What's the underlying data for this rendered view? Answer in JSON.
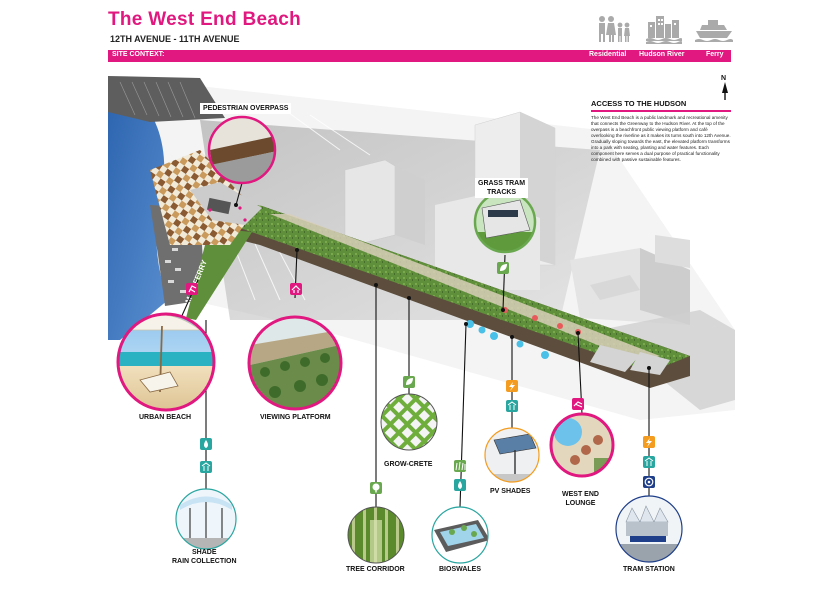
{
  "header": {
    "title": "The West End Beach",
    "subtitle": "12TH AVENUE - 11TH AVENUE",
    "context_label": "SITE CONTEXT:",
    "context_items": [
      {
        "label": "Residential",
        "icon": "family-icon"
      },
      {
        "label": "Hudson River",
        "icon": "city-skyline-icon"
      },
      {
        "label": "Ferry",
        "icon": "ferry-boat-icon"
      }
    ]
  },
  "panel": {
    "title": "ACCESS TO THE HUDSON",
    "body": "The West End Beach is a public landmark and recreational amenity that connects the Greenway to the Hudson River. At the top of the overpass is a beachfront public viewing platform and café overlooking the riverline as it makes its turns south into 12th Avenue. Gradually sloping towards the east, the elevated platform transforms into a park with seating, planting and water features. Each component here serves a dual purpose of practical functionality combined with passive sustainable features."
  },
  "map": {
    "tram_to_ferry": "TRAM TO FERRY",
    "north_label": "N"
  },
  "callouts": {
    "pedestrian_overpass": "PEDESTRIAN OVERPASS",
    "grass_tram_tracks": "GRASS TRAM\nTRACKS",
    "urban_beach": "URBAN BEACH",
    "viewing_platform": "VIEWING PLATFORM",
    "grow_crete": "GROW-CRETE",
    "shade_rain_collection": "SHADE\nRAIN COLLECTION",
    "tree_corridor": "TREE CORRIDOR",
    "bioswales": "BIOSWALES",
    "pv_shades": "PV SHADES",
    "west_end_lounge": "WEST END\nLOUNGE",
    "tram_station": "TRAM STATION"
  },
  "colors": {
    "magenta": "#e0187f",
    "green": "#6aa84f",
    "teal": "#2aa6a0",
    "orange": "#f39c1f",
    "navy": "#1f3f8a",
    "water": "#3b73b8"
  }
}
